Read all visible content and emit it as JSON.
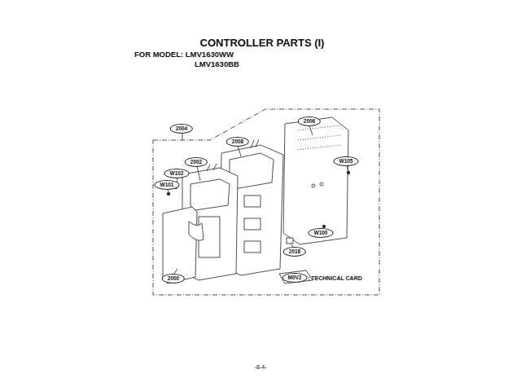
{
  "diagram": {
    "title": "CONTROLLER PARTS (I)",
    "labels": [
      "FOR MODEL: LMV1630WW",
      "LMV1630BB",
      "2004",
      "2006",
      "2008",
      "W105",
      "2002",
      "W102",
      "W101",
      "W100",
      "2018",
      "M0V2",
      ": TECHNICAL CARD",
      "2000",
      "-8-4-"
    ]
  }
}
